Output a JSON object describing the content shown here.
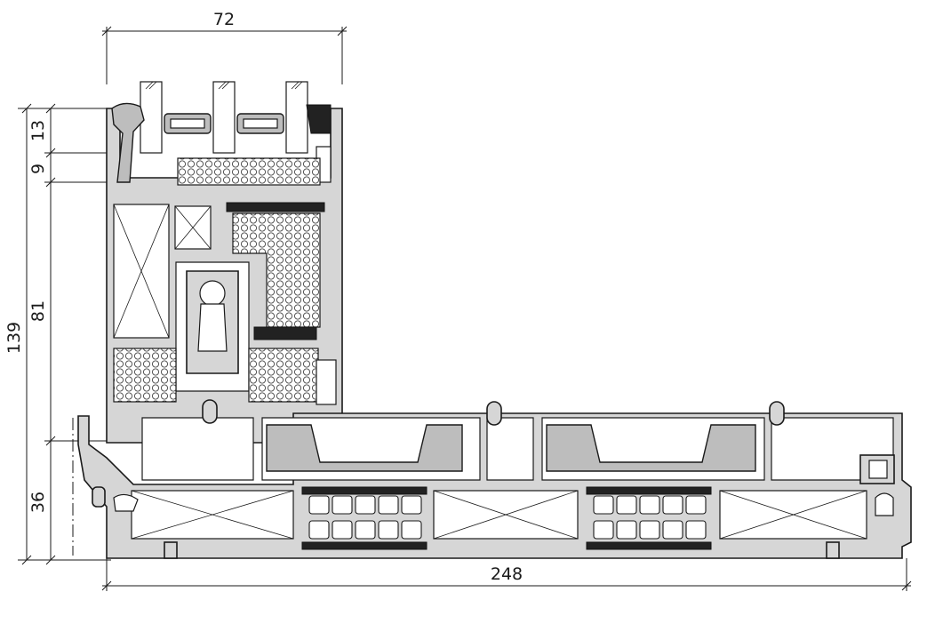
{
  "drawing": {
    "dimensions": {
      "top_width": "72",
      "bottom_width": "248",
      "overall_height": "139",
      "sash_height": "81",
      "dim_13": "13",
      "dim_9": "9",
      "dim_36": "36"
    }
  }
}
